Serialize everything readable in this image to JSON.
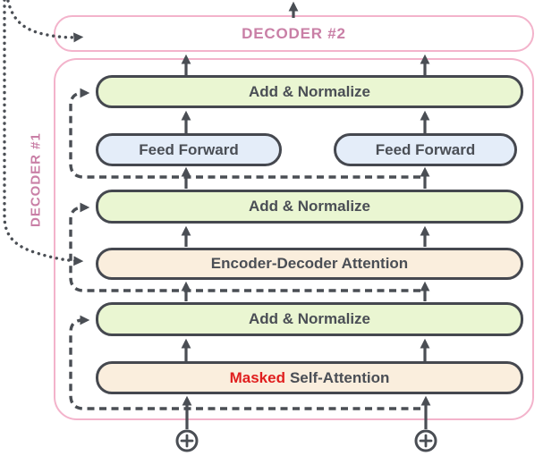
{
  "colors": {
    "pink_border": "#f3b3cb",
    "pink_text": "#c97fa6",
    "green_fill": "#eaf6d2",
    "blue_fill": "#e4edf9",
    "peach_fill": "#faeedd",
    "dark_border": "#45484f",
    "dark_text": "#4a4e55",
    "red_text": "#e01e1e",
    "line_color": "#4a4e54"
  },
  "decoder2": {
    "label": "DECODER #2"
  },
  "decoder1": {
    "label": "DECODER #1"
  },
  "layers": {
    "add_normalize_top": "Add & Normalize",
    "feed_forward_left": "Feed Forward",
    "feed_forward_right": "Feed Forward",
    "add_normalize_middle": "Add & Normalize",
    "encoder_decoder_attention": "Encoder-Decoder Attention",
    "add_normalize_bottom": "Add & Normalize",
    "masked_self_attention": {
      "masked_word": "Masked",
      "rest": "Self-Attention"
    }
  }
}
